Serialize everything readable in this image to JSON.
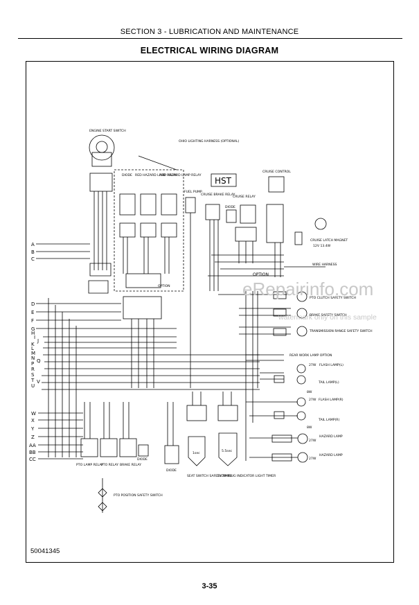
{
  "header": {
    "section": "SECTION 3 - LUBRICATION AND MAINTENANCE",
    "title": "ELECTRICAL WIRING DIAGRAM"
  },
  "footer": {
    "doc_number": "50041345",
    "page": "3-35"
  },
  "watermark": {
    "main": "eRepairinfo.com",
    "sub": "watermark only on this sample"
  },
  "diagram": {
    "connector_letters_left": [
      "A",
      "B",
      "C",
      "D",
      "E",
      "F",
      "G",
      "H",
      "I",
      "J",
      "K",
      "L",
      "M",
      "N",
      "P",
      "Q",
      "R",
      "S",
      "T",
      "U",
      "V",
      "W",
      "X",
      "Y",
      "Z",
      "AA",
      "BB",
      "CC"
    ],
    "labels": {
      "engine_start_switch": "ENGINE START SWITCH",
      "ohio_harness": "OHIO LIGHTING HARNESS (OPTIONAL)",
      "diode": "DIODE",
      "red_hazard_lamp_relay_1": "RED HAZARD LAMP RELAY",
      "red_hazard_lamp_relay_2": "RED HAZARD LAMP RELAY",
      "fuel_pump": "FUEL PUMP",
      "hst": "HST",
      "cruise_control": "CRUISE CONTROL",
      "cruise_brake_relay": "CRUISE BRAKE RELAY",
      "cruise_relay": "CRUISE RELAY",
      "diode_cruise": "DIODE",
      "cruise_latch_magnet": "CRUISE LATCH MAGNET",
      "cruise_latch_rating": "12V 13.4W",
      "wire_harness": "WIRE HARNESS",
      "option_top": "OPTION",
      "option_mid": "OPTION",
      "pto_clutch_switch": "PTO CLUTCH SAFETY SWITCH",
      "brake_safety_switch": "BRAKE SAFETY SWITCH",
      "transmission_range_switch": "TRANSMISSION RANGE SAFETY SWITCH",
      "rear_work_lamp": "REAR WORK LAMP OPTION",
      "flash_lamp_l": "FLASH LAMP(L)",
      "tail_lamp_l": "TAIL LAMP(L)",
      "flash_lamp_r": "FLASH LAMP(R)",
      "tail_lamp_r": "TAIL LAMP(R)",
      "hazard_lamp_1": "HAZARD LAMP",
      "hazard_lamp_2": "HAZARD LAMP",
      "w27_a": "27W",
      "w8_a": "8W",
      "w27_b": "27W",
      "w8_b": "8W",
      "w27_c": "27W",
      "w27_d": "27W",
      "pto_lamp_relay": "PTO LAMP RELAY",
      "pto_relay": "PTO RELAY",
      "brake_relay": "BRAKE RELAY",
      "diode_bottom_1": "DIODE",
      "diode_bottom_2": "DIODE",
      "seat_switch_timer": "SEAT SWITCH SAFETY TIMER",
      "glow_plug_timer": "GLOW PLUG INDICATOR LIGHT TIMER",
      "timer_1sec": "1sec",
      "timer_5sec": "5.5sec",
      "pto_position_switch": "PTO POSITION SAFETY SWITCH"
    },
    "colors": {
      "line": "#000000",
      "watermark": "#c8c8c8"
    }
  }
}
